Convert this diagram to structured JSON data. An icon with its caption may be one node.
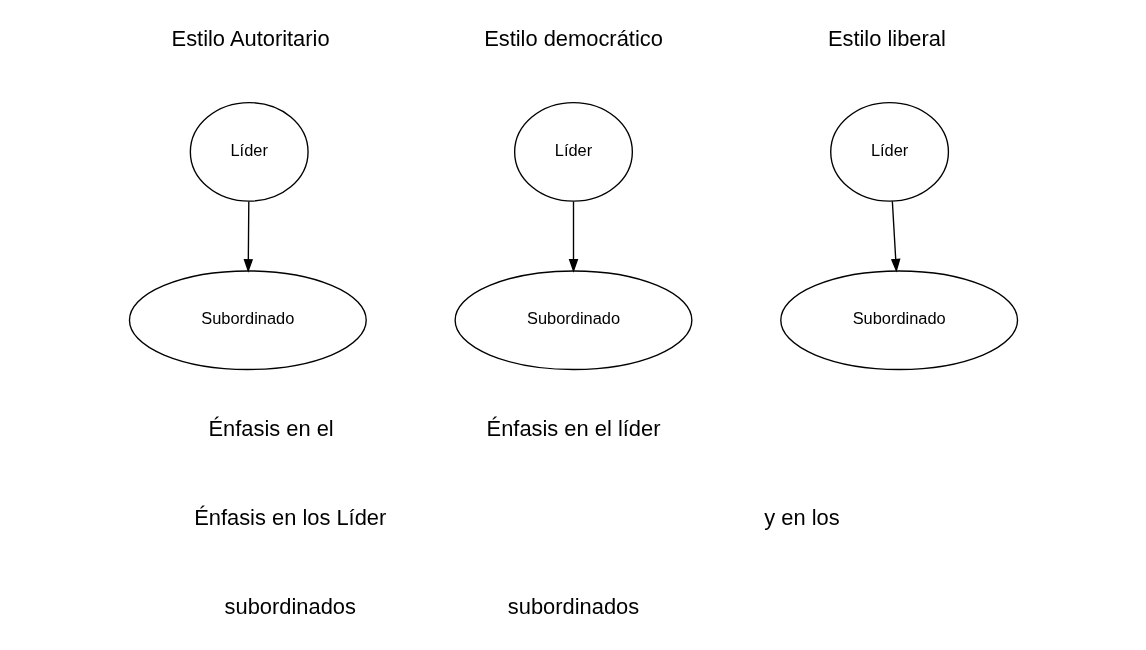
{
  "diagram": {
    "nodes": [
      {
        "text": [
          "Líder"
        ]
      },
      {
        "text": [
          "Líder"
        ]
      },
      {
        "text": [
          "Líder"
        ]
      },
      {
        "text": [
          "Subordinado"
        ]
      },
      {
        "text": [
          "Subordinado"
        ]
      },
      {
        "text": [
          "Subordinado"
        ]
      }
    ],
    "edges": [
      {
        "from": 0,
        "to": 3,
        "arrow": "to"
      },
      {
        "from": 1,
        "to": 4,
        "arrow": "to"
      },
      {
        "from": 2,
        "to": 5,
        "arrow": "to"
      }
    ],
    "labels": [
      "Estilo Autoritario",
      "Estilo democrático",
      "Estilo liberal",
      "Énfasis en el",
      "Énfasis en el líder",
      "Énfasis en los Líder",
      "y en los",
      "subordinados",
      "subordinados"
    ]
  }
}
